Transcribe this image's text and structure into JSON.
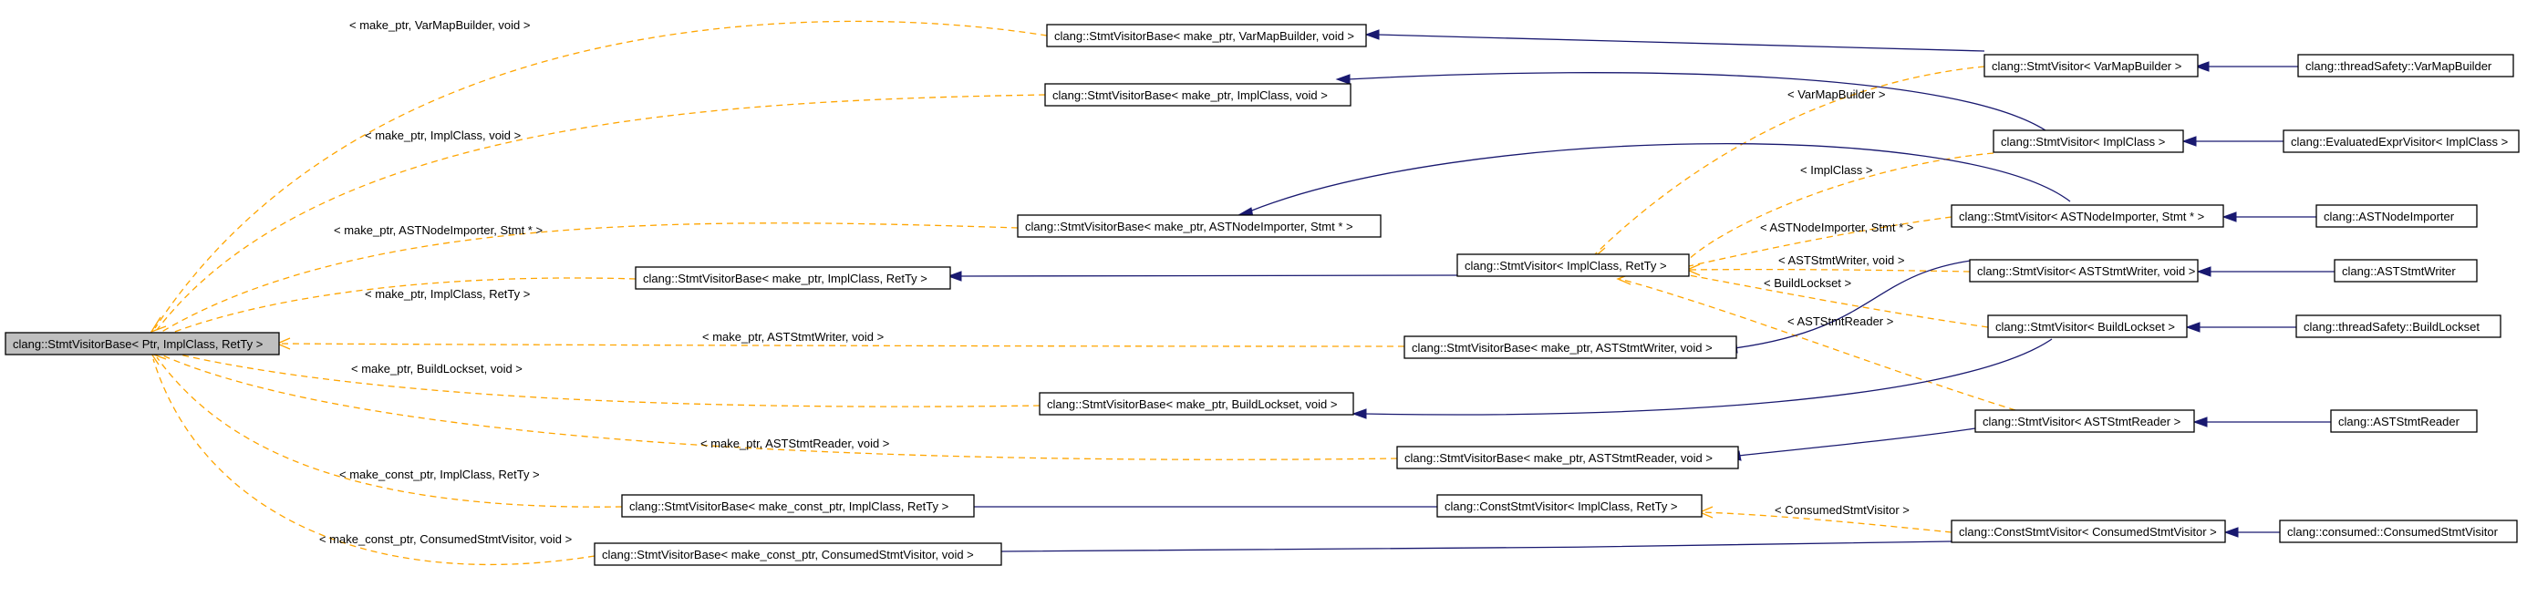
{
  "colors": {
    "inheritance_edge": "#191970",
    "template_edge": "#ffa500",
    "root_fill": "#bfbfbf",
    "node_fill": "#ffffff"
  },
  "nodes": {
    "root": "clang::StmtVisitorBase< Ptr, ImplClass, RetTy >",
    "svb_varmapbuilder": "clang::StmtVisitorBase< make_ptr, VarMapBuilder, void >",
    "svb_implclass_void": "clang::StmtVisitorBase< make_ptr, ImplClass, void >",
    "svb_astnodeimporter": "clang::StmtVisitorBase< make_ptr, ASTNodeImporter, Stmt * >",
    "svb_implclass_retty": "clang::StmtVisitorBase< make_ptr, ImplClass, RetTy >",
    "svb_aststmtwriter": "clang::StmtVisitorBase< make_ptr, ASTStmtWriter, void >",
    "svb_buildlockset": "clang::StmtVisitorBase< make_ptr, BuildLockset, void >",
    "svb_aststmtreader": "clang::StmtVisitorBase< make_ptr, ASTStmtReader, void >",
    "svb_const_implclass": "clang::StmtVisitorBase< make_const_ptr, ImplClass, RetTy >",
    "svb_const_consumed": "clang::StmtVisitorBase< make_const_ptr, ConsumedStmtVisitor, void >",
    "sv_implclass_retty": "clang::StmtVisitor< ImplClass, RetTy >",
    "csv_implclass_retty": "clang::ConstStmtVisitor< ImplClass, RetTy >",
    "sv_varmapbuilder": "clang::StmtVisitor< VarMapBuilder >",
    "sv_implclass": "clang::StmtVisitor< ImplClass >",
    "sv_astnodeimporter": "clang::StmtVisitor< ASTNodeImporter, Stmt * >",
    "sv_aststmtwriter": "clang::StmtVisitor< ASTStmtWriter, void >",
    "sv_buildlockset": "clang::StmtVisitor< BuildLockset >",
    "sv_aststmtreader": "clang::StmtVisitor< ASTStmtReader >",
    "csv_consumed": "clang::ConstStmtVisitor< ConsumedStmtVisitor >",
    "ts_varmapbuilder": "clang::threadSafety::VarMapBuilder",
    "evaluatedexprvisitor": "clang::EvaluatedExprVisitor< ImplClass >",
    "astnodeimporter": "clang::ASTNodeImporter",
    "aststmtwriter": "clang::ASTStmtWriter",
    "ts_buildlockset": "clang::threadSafety::BuildLockset",
    "aststmtreader": "clang::ASTStmtReader",
    "consumed_visitor": "clang::consumed::ConsumedStmtVisitor"
  },
  "edge_labels": {
    "root_varmapbuilder": "< make_ptr, VarMapBuilder, void >",
    "root_implclass_void": "< make_ptr, ImplClass, void >",
    "root_astnodeimporter": "< make_ptr, ASTNodeImporter, Stmt * >",
    "root_implclass_retty": "< make_ptr, ImplClass, RetTy >",
    "root_aststmtwriter": "< make_ptr, ASTStmtWriter, void >",
    "root_buildlockset": "< make_ptr, BuildLockset, void >",
    "root_aststmtreader": "< make_ptr, ASTStmtReader, void >",
    "root_const_implclass": "< make_const_ptr, ImplClass, RetTy >",
    "root_const_consumed": "< make_const_ptr, ConsumedStmtVisitor, void >",
    "sv_varmapbuilder": "< VarMapBuilder >",
    "sv_implclass": "< ImplClass >",
    "sv_astnodeimporter": "< ASTNodeImporter, Stmt * >",
    "sv_aststmtwriter": "< ASTStmtWriter, void >",
    "sv_buildlockset": "< BuildLockset >",
    "sv_aststmtreader": "< ASTStmtReader >",
    "csv_consumed": "< ConsumedStmtVisitor >"
  }
}
